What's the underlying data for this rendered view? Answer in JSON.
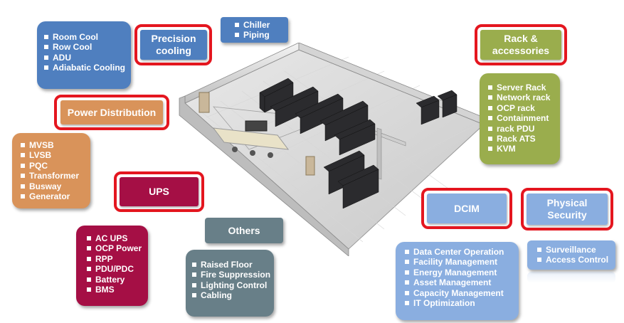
{
  "colors": {
    "blue": "#4f7fbf",
    "light_blue": "#8aaee0",
    "orange": "#d9935a",
    "crimson": "#a50f45",
    "green": "#9aad4d",
    "teal": "#687f88",
    "highlight": "#e4161f"
  },
  "precision_cooling": {
    "label": "Precision cooling",
    "left_items": [
      "Room Cool",
      "Row Cool",
      "ADU",
      "Adiabatic  Cooling"
    ],
    "right_items": [
      "Chiller",
      "Piping"
    ]
  },
  "power_distribution": {
    "label": "Power Distribution",
    "items": [
      "MVSB",
      "LVSB",
      "PQC",
      "Transformer",
      "Busway",
      "Generator"
    ]
  },
  "ups": {
    "label": "UPS",
    "items": [
      "AC UPS",
      "OCP Power",
      "RPP",
      "PDU/PDC",
      "Battery",
      "BMS"
    ]
  },
  "others": {
    "label": "Others",
    "items": [
      "Raised Floor",
      "Fire Suppression",
      "Lighting  Control",
      "Cabling"
    ]
  },
  "rack": {
    "label": "Rack & accessories",
    "items": [
      "Server Rack",
      "Network rack",
      "OCP rack",
      "Containment",
      "rack PDU",
      "Rack ATS",
      "KVM"
    ]
  },
  "dcim": {
    "label": "DCIM",
    "items": [
      "Data Center Operation",
      "Facility Management",
      "Energy Management",
      "Asset Management",
      "Capacity Management",
      "IT Optimization"
    ]
  },
  "physical_security": {
    "label": "Physical Security",
    "items": [
      "Surveillance",
      "Access Control"
    ]
  }
}
